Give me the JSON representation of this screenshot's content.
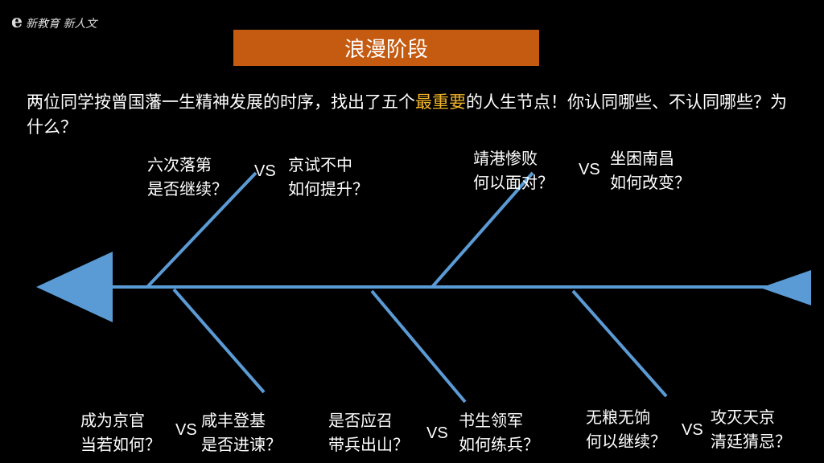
{
  "logo": {
    "icon": "e",
    "text": "新教育 新人文"
  },
  "title": "浪漫阶段",
  "question": {
    "before": "两位同学按曾国藩一生精神发展的时序，找出了五个",
    "highlight": "最重要",
    "after": "的人生节点！你认同哪些、不认同哪些？为什么？"
  },
  "colors": {
    "title_bg": "#c55a11",
    "highlight": "#f0b429",
    "fishbone": "#5b9bd5"
  },
  "pairs": [
    {
      "a": [
        "六次落第",
        "是否继续？"
      ],
      "b": [
        "京试不中",
        "如何提升？"
      ],
      "vs": "VS"
    },
    {
      "a": [
        "靖港惨败",
        "何以面对？"
      ],
      "b": [
        "坐困南昌",
        "如何改变？"
      ],
      "vs": "VS"
    },
    {
      "a": [
        "成为京官",
        "当若如何？"
      ],
      "b": [
        "咸丰登基",
        "是否进谏？"
      ],
      "vs": "VS"
    },
    {
      "a": [
        "是否应召",
        "带兵出山？"
      ],
      "b": [
        "书生领军",
        "如何练兵？"
      ],
      "vs": "VS"
    },
    {
      "a": [
        "无粮无饷",
        "何以继续？"
      ],
      "b": [
        "攻灭天京",
        "清廷猜忌？"
      ],
      "vs": "VS"
    }
  ]
}
